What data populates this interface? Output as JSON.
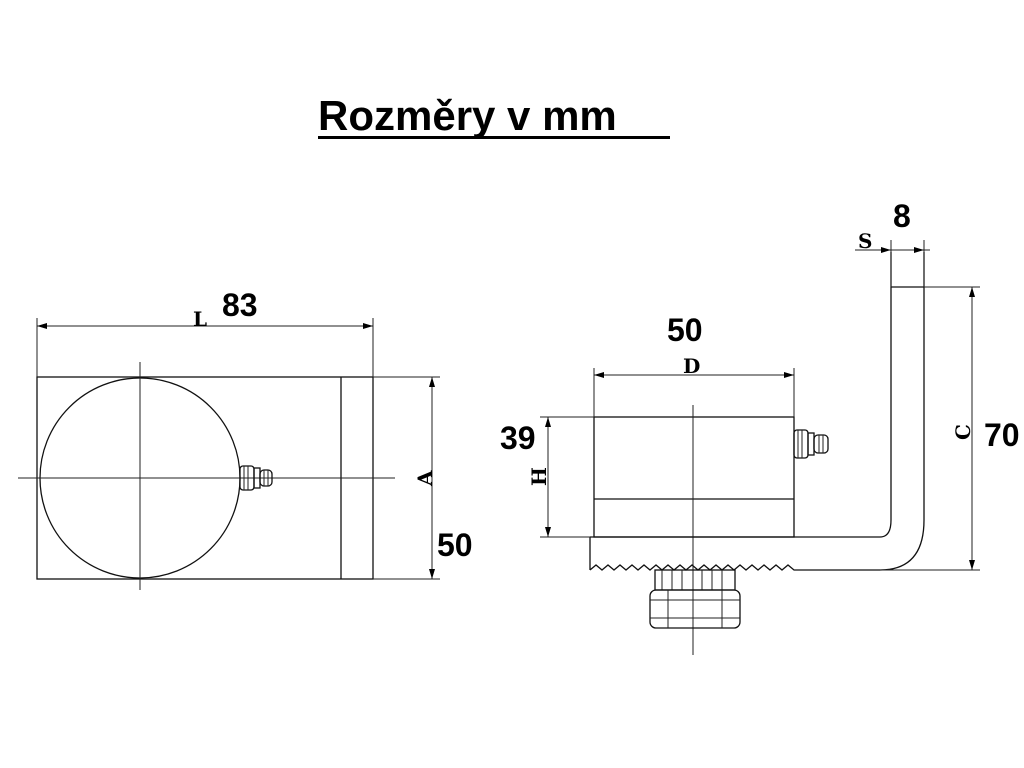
{
  "title": "Rozměry v mm",
  "left_view": {
    "L": {
      "letter": "L",
      "value": "83"
    },
    "A": {
      "letter": "A",
      "value": "50"
    }
  },
  "right_view": {
    "D": {
      "letter": "D",
      "value": "50"
    },
    "H": {
      "letter": "H",
      "value": "39"
    },
    "S": {
      "letter": "S",
      "value": "8"
    },
    "C": {
      "letter": "C",
      "value": "70"
    }
  }
}
